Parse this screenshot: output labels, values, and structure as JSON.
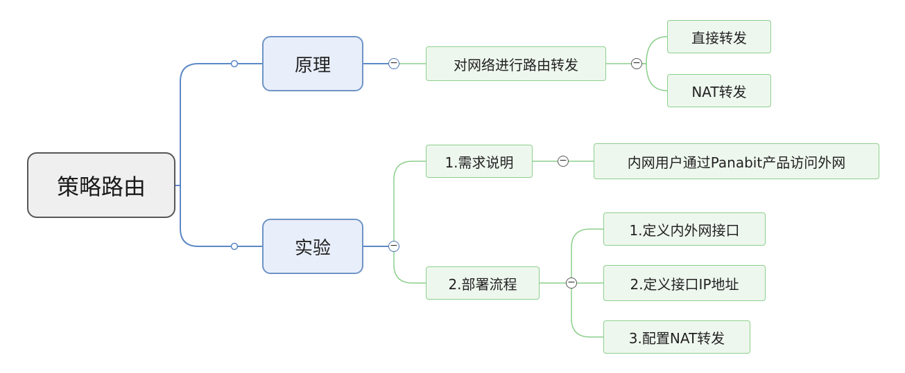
{
  "root": {
    "label": "策略路由"
  },
  "branch_principle": {
    "label": "原理"
  },
  "branch_experiment": {
    "label": "实验"
  },
  "principle_detail": {
    "label": "对网络进行路由转发"
  },
  "direct_forward": {
    "label": "直接转发"
  },
  "nat_forward": {
    "label": "NAT转发"
  },
  "requirement": {
    "label": "1.需求说明"
  },
  "requirement_detail": {
    "label": "内网用户通过Panabit产品访问外网"
  },
  "deploy_flow": {
    "label": "2.部署流程"
  },
  "step1": {
    "label": "1.定义内外网接口"
  },
  "step2": {
    "label": "2.定义接口IP地址"
  },
  "step3": {
    "label": "3.配置NAT转发"
  },
  "colors": {
    "root_border": "#555555",
    "main_fill": "#e8eefa",
    "main_border": "#6e93c6",
    "sub_fill": "#eef7ee",
    "sub_border": "#8ccf8c"
  },
  "icons": {
    "collapse": "collapse-icon",
    "connector": "connector-dot"
  }
}
